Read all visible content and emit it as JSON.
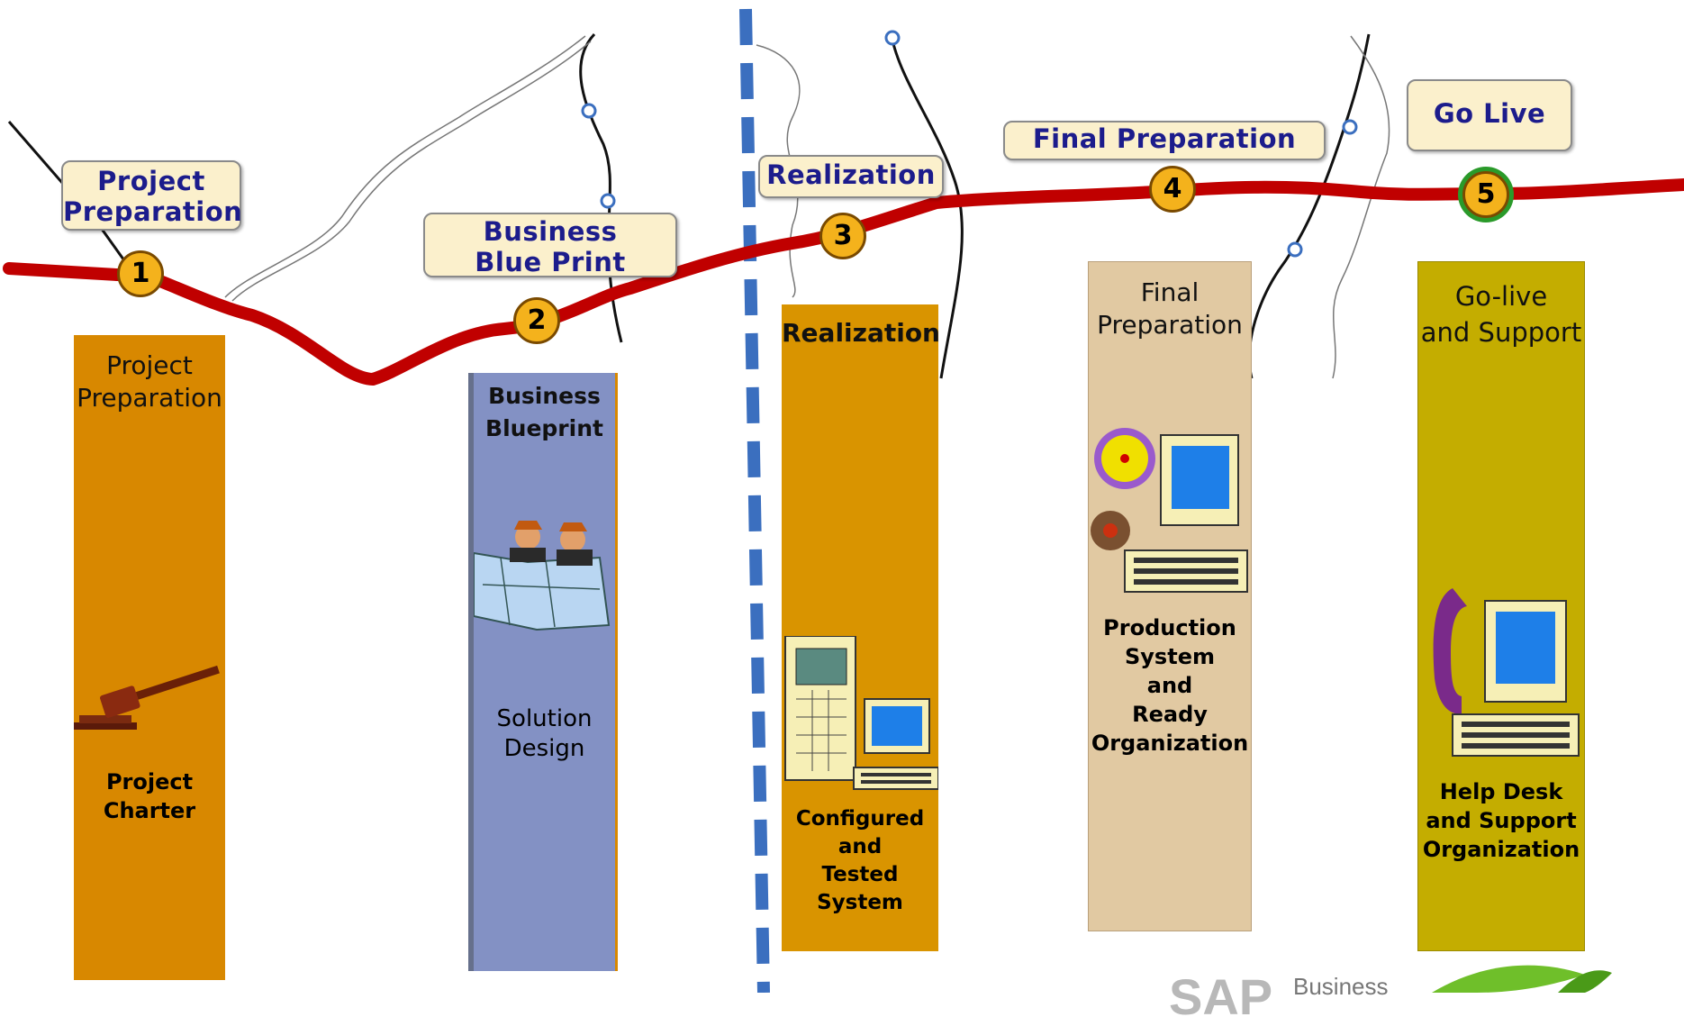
{
  "phases": [
    {
      "number": "1",
      "road_label": "Project\nPreparation",
      "column_title": "Project\nPreparation",
      "deliverable": "Project\nCharter",
      "color": "#d88800",
      "icon": "gavel-icon"
    },
    {
      "number": "2",
      "road_label": "Business\nBlue Print",
      "column_title": "Business\nBlueprint",
      "deliverable": "Solution\nDesign",
      "color": "#8391c4",
      "icon": "blueprint-workers-icon"
    },
    {
      "number": "3",
      "road_label": "Realization",
      "column_title": "Realization",
      "deliverable": "Configured\nand\nTested\nSystem",
      "color": "#d99400",
      "icon": "server-computer-icon"
    },
    {
      "number": "4",
      "road_label": "Final Preparation",
      "column_title": "Final\nPreparation",
      "deliverable": "Production\nSystem\nand\nReady\nOrganization",
      "color": "#e1c9a2",
      "icon": "gears-computer-icon"
    },
    {
      "number": "5",
      "road_label": "Go Live",
      "column_title": "Go-live\nand Support",
      "deliverable": "Help Desk\nand Support\nOrganization",
      "color": "#c4ad00",
      "icon": "phone-computer-icon"
    }
  ],
  "colors": {
    "road": "#c00000",
    "divider": "#3b6fbf",
    "marker": "#f4b21c",
    "label_bg": "#fbf0cc",
    "label_text": "#1c1c8c"
  },
  "footer": {
    "logo_text": "SAP",
    "logo_subtext": "Business"
  }
}
